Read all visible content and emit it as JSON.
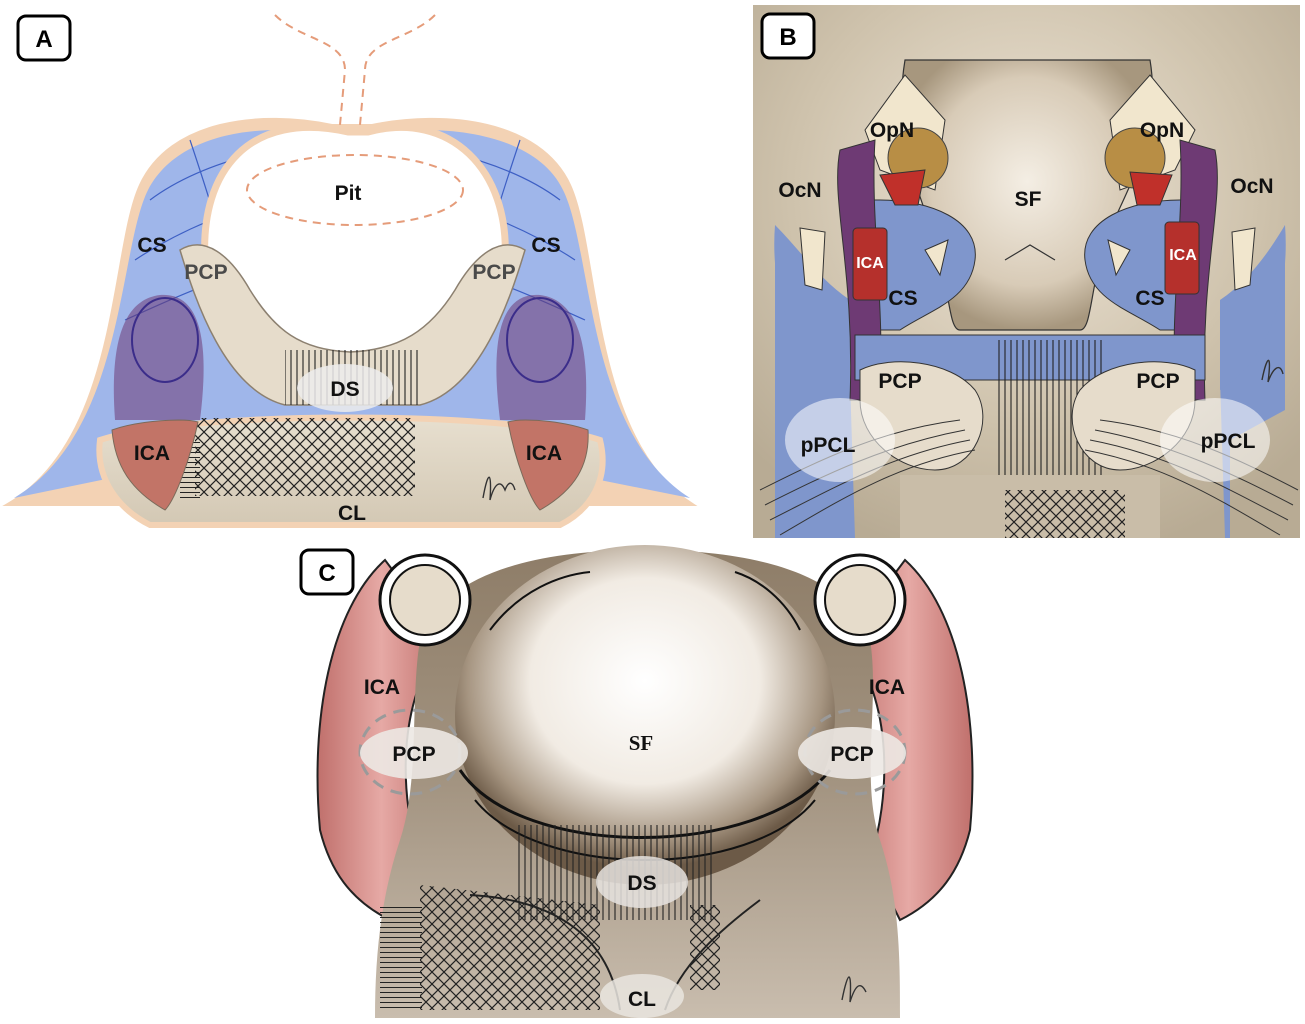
{
  "panels": {
    "a": {
      "tag": "A",
      "labels": {
        "pit": "Pit",
        "cs_left": "CS",
        "cs_right": "CS",
        "pcp_left": "PCP",
        "pcp_right": "PCP",
        "ds": "DS",
        "ica_left": "ICA",
        "ica_right": "ICA",
        "cl": "CL"
      }
    },
    "b": {
      "tag": "B",
      "labels": {
        "opn_left": "OpN",
        "opn_right": "OpN",
        "ocn_left": "OcN",
        "ocn_right": "OcN",
        "sf": "SF",
        "ica_left": "ICA",
        "ica_right": "ICA",
        "cs_left": "CS",
        "cs_right": "CS",
        "pcp_left": "PCP",
        "pcp_right": "PCP",
        "ppcl_left": "pPCL",
        "ppcl_right": "pPCL"
      }
    },
    "c": {
      "tag": "C",
      "labels": {
        "ica_left": "ICA",
        "ica_right": "ICA",
        "pcp_left": "PCP",
        "pcp_right": "PCP",
        "sf": "SF",
        "ds": "DS",
        "cl": "CL"
      }
    }
  },
  "colors": {
    "sinus_blue": "#9fb6ea",
    "vein_blue": "#7f96cc",
    "artery_red": "#b5302c",
    "artery_purple": "#6e3a74",
    "bone_beige": "#e6dccb",
    "brown_dark": "#6b5a46",
    "dura_outline": "#f3d2b4",
    "ica_pink": "#d98a86"
  }
}
